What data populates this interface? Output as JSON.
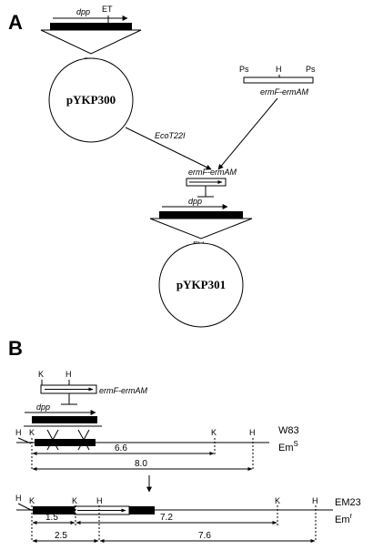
{
  "panels": {
    "a": "A",
    "b": "B"
  },
  "panel_a": {
    "gene_dpp": "dpp",
    "site_et": "ET",
    "site_ev": "EV",
    "plasmid_1": "pYKP300",
    "plasmid_2": "pYKP301",
    "cassette_label": "ermF-ermAM",
    "cassette_ps": "Ps",
    "cassette_h": "H",
    "enzyme": "EcoT22I"
  },
  "panel_b": {
    "site_k": "K",
    "site_h": "H",
    "cassette_label": "ermF-ermAM",
    "gene_dpp": "dpp",
    "strain_wt": "W83",
    "pheno_wt_base": "Em",
    "pheno_wt_sup": "S",
    "strain_mut": "EM23",
    "pheno_mut_base": "Em",
    "pheno_mut_sup": "r",
    "dist_wt_kk": "6.6",
    "dist_wt_kh": "8.0",
    "dist_mut_1": "1.5",
    "dist_mut_2": "7.2",
    "dist_mut_3": "2.5",
    "dist_mut_4": "7.6"
  }
}
